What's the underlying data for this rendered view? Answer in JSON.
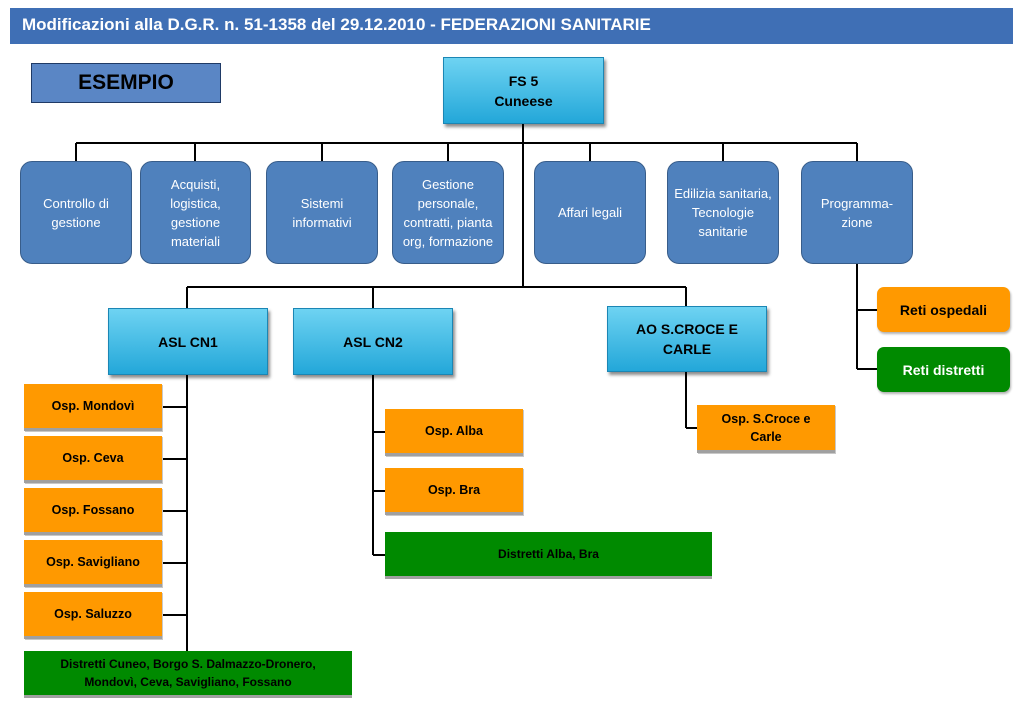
{
  "title": "Modificazioni alla D.G.R. n. 51-1358 del 29.12.2010  -  FEDERAZIONI SANITARIE",
  "example_label": "ESEMPIO",
  "root": {
    "line1": "FS 5",
    "line2": "Cuneese"
  },
  "departments": [
    "Controllo di gestione",
    "Acquisti, logistica, gestione materiali",
    "Sistemi informativi",
    "Gestione personale, contratti, pianta org, formazione",
    "Affari legali",
    "Edilizia sanitaria, Tecnologie sanitarie",
    "Programma-zione"
  ],
  "programmazione_children": [
    "Reti ospedali",
    "Reti distretti"
  ],
  "asl_cn1": {
    "label": "ASL CN1",
    "hospitals": [
      "Osp. Mondovì",
      "Osp. Ceva",
      "Osp. Fossano",
      "Osp. Savigliano",
      "Osp. Saluzzo"
    ],
    "districts": "Distretti Cuneo, Borgo S. Dalmazzo-Dronero, Mondovì, Ceva, Savigliano, Fossano"
  },
  "asl_cn2": {
    "label": "ASL CN2",
    "hospitals": [
      "Osp. Alba",
      "Osp. Bra"
    ],
    "districts": "Distretti Alba, Bra"
  },
  "ao": {
    "label": "AO S.CROCE E CARLE",
    "hospitals": [
      "Osp. S.Croce e Carle"
    ]
  },
  "colors": {
    "title_bar": "#3F6FB5",
    "cyan_box": "#23A7D9",
    "department_box": "#4F81BD",
    "hospital_box": "#FF9900",
    "district_box": "#008A00"
  }
}
